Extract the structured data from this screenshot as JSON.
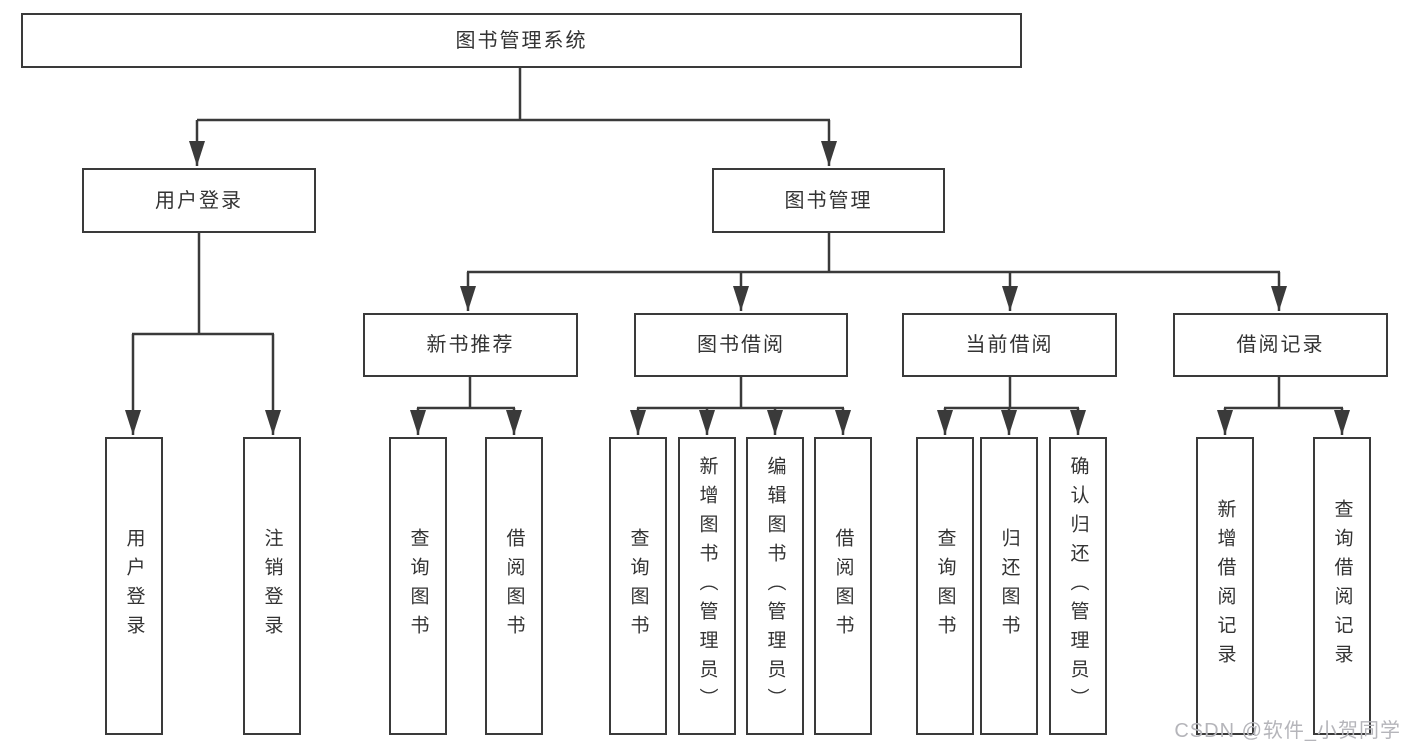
{
  "diagram": {
    "root_label": "图书管理系统",
    "level2": [
      {
        "label": "用户登录"
      },
      {
        "label": "图书管理"
      }
    ],
    "level3": [
      {
        "label": "新书推荐"
      },
      {
        "label": "图书借阅"
      },
      {
        "label": "当前借阅"
      },
      {
        "label": "借阅记录"
      }
    ],
    "leaves": {
      "user": [
        "用户登录",
        "注销登录"
      ],
      "newbook": [
        "查询图书",
        "借阅图书"
      ],
      "borrow": [
        "查询图书",
        "新增图书（管理员）",
        "编辑图书（管理员）",
        "借阅图书"
      ],
      "current": [
        "查询图书",
        "归还图书",
        "确认归还（管理员）"
      ],
      "records": [
        "新增借阅记录",
        "查询借阅记录"
      ]
    }
  },
  "watermark": {
    "text": "CSDN @软件_小贺同学"
  },
  "colors": {
    "line": "#3a3a3a",
    "text": "#333333",
    "watermark": "#b5b5ba",
    "background": "#ffffff"
  }
}
